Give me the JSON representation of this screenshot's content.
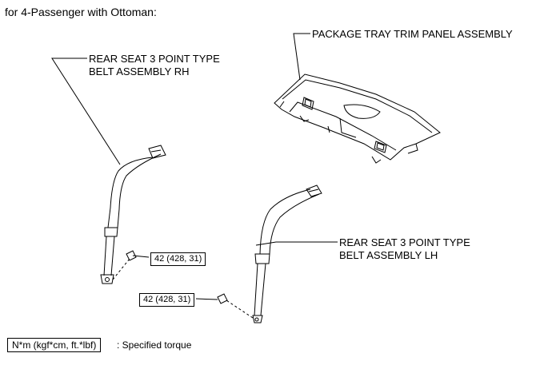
{
  "header": {
    "title": "for 4-Passenger with Ottoman:"
  },
  "labels": {
    "package_tray": "PACKAGE TRAY TRIM PANEL ASSEMBLY",
    "belt_rh_line1": "REAR SEAT 3 POINT TYPE",
    "belt_rh_line2": "BELT ASSEMBLY RH",
    "belt_lh_line1": "REAR SEAT 3 POINT TYPE",
    "belt_lh_line2": "BELT ASSEMBLY LH"
  },
  "torque": {
    "rh": "42 (428, 31)",
    "lh": "42 (428, 31)"
  },
  "legend": {
    "unit": "N*m (kgf*cm, ft.*lbf)",
    "description": ": Specified torque"
  }
}
